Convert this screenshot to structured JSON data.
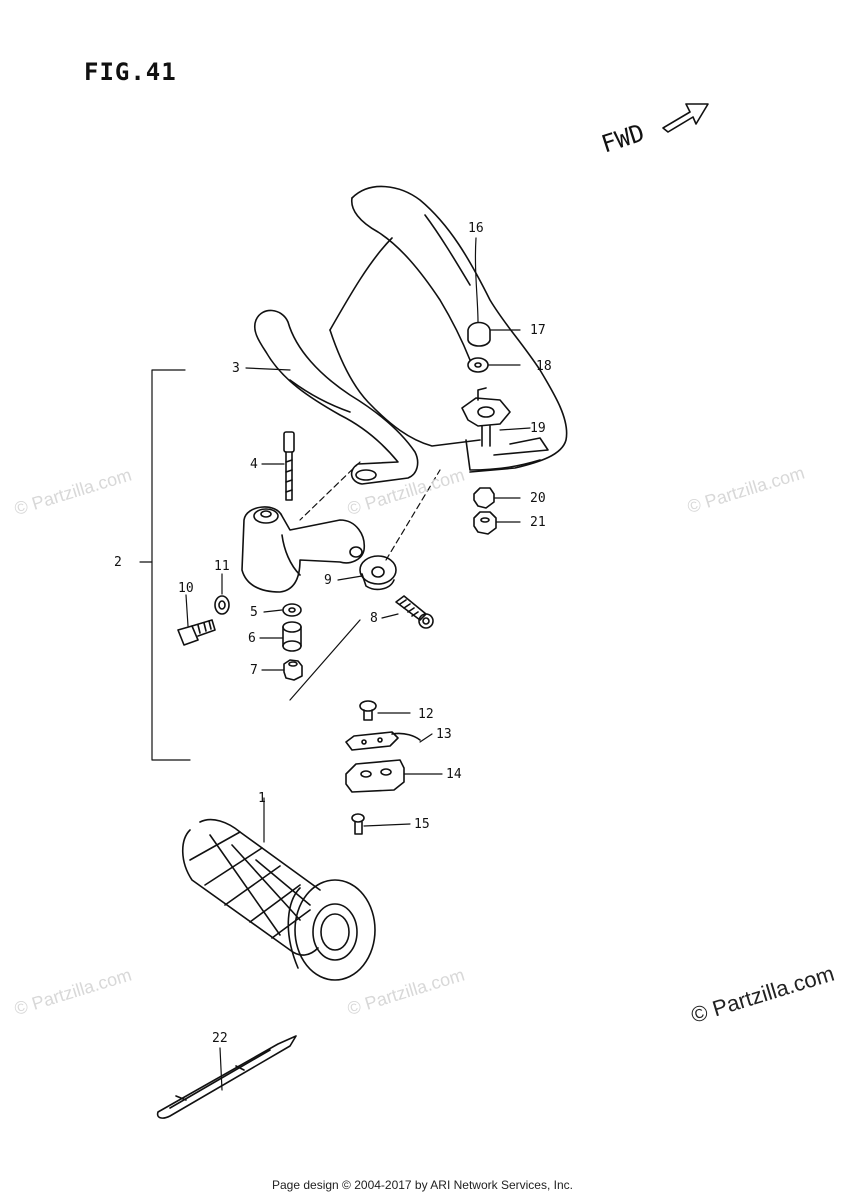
{
  "figure": {
    "title": "FIG.41",
    "direction_label": "FWD"
  },
  "callouts": [
    {
      "id": "1",
      "label": "1"
    },
    {
      "id": "2",
      "label": "2"
    },
    {
      "id": "3",
      "label": "3"
    },
    {
      "id": "4",
      "label": "4"
    },
    {
      "id": "5",
      "label": "5"
    },
    {
      "id": "6",
      "label": "6"
    },
    {
      "id": "7",
      "label": "7"
    },
    {
      "id": "8",
      "label": "8"
    },
    {
      "id": "9",
      "label": "9"
    },
    {
      "id": "10",
      "label": "10"
    },
    {
      "id": "11",
      "label": "11"
    },
    {
      "id": "12",
      "label": "12"
    },
    {
      "id": "13",
      "label": "13"
    },
    {
      "id": "14",
      "label": "14"
    },
    {
      "id": "15",
      "label": "15"
    },
    {
      "id": "16",
      "label": "16"
    },
    {
      "id": "17",
      "label": "17"
    },
    {
      "id": "18",
      "label": "18"
    },
    {
      "id": "19",
      "label": "19"
    },
    {
      "id": "20",
      "label": "20"
    },
    {
      "id": "21",
      "label": "21"
    },
    {
      "id": "22",
      "label": "22"
    }
  ],
  "watermark": "© Partzilla.com",
  "footer": "Page design © 2004-2017 by ARI Network Services, Inc.",
  "colors": {
    "line": "#111111",
    "watermark": "#d8d8d8"
  }
}
